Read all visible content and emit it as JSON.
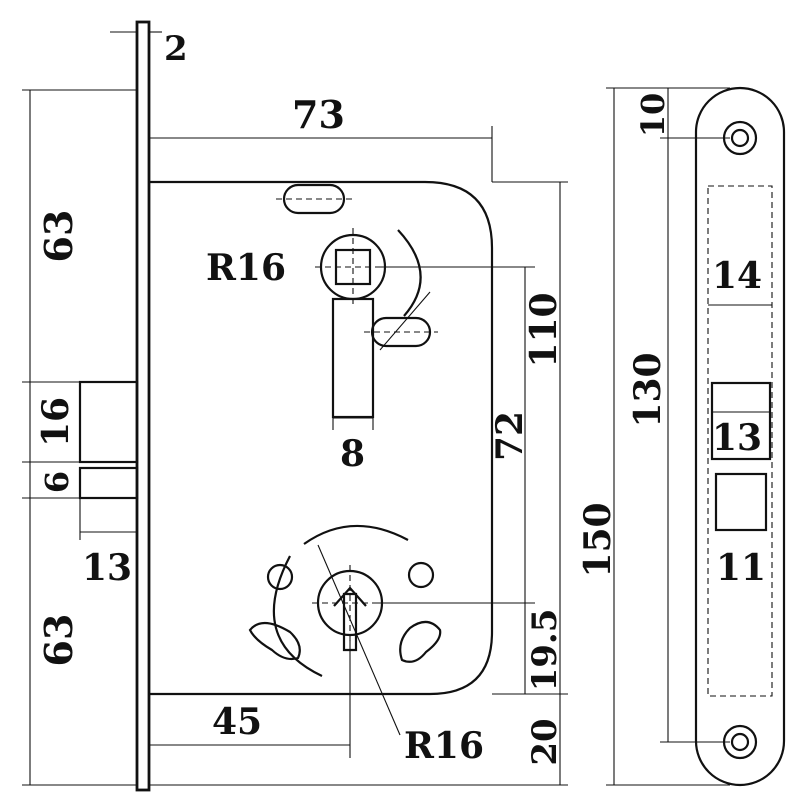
{
  "labels": {
    "plate_thickness": "2",
    "body_width": "73",
    "top_to_follower": "63",
    "latch_height": "16",
    "gap": "6",
    "latch_depth": "13",
    "bottom_to_key": "63",
    "follower_radius": "R16",
    "square_size": "8",
    "follower_to_key": "72",
    "body_height": "110",
    "key_to_bottom": "19.5",
    "bottom_offset": "20",
    "backset": "45",
    "key_radius": "R16",
    "screw_offset": "10",
    "hole_width": "14",
    "plate_screw_span": "130",
    "plate_height": "150",
    "latch_window": "13",
    "bolt_window": "11"
  }
}
